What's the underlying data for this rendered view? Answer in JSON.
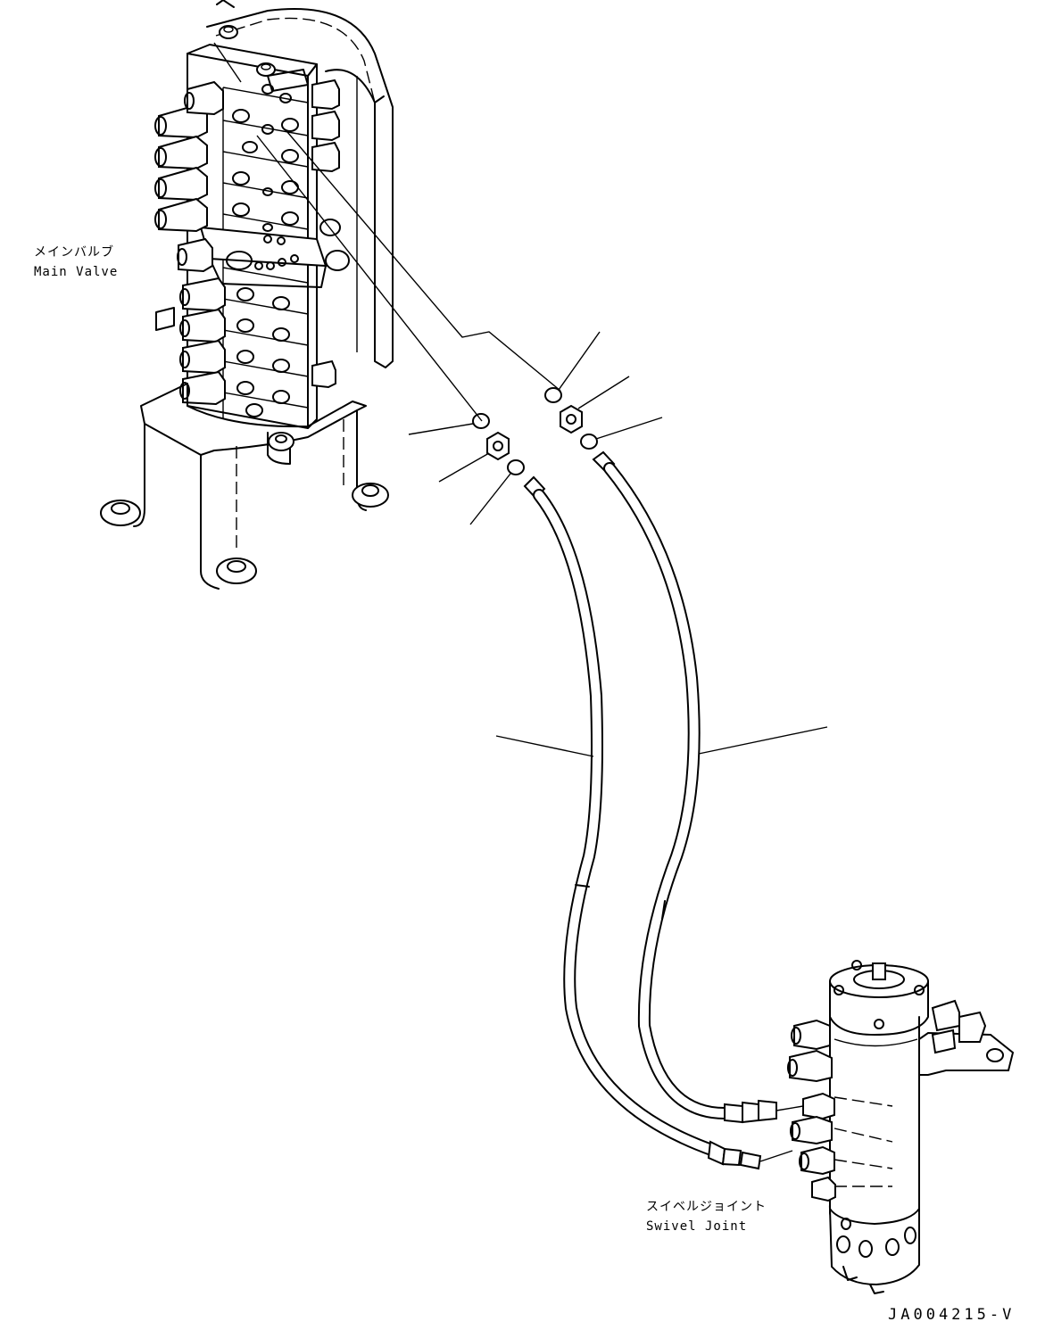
{
  "labels": {
    "main_valve_jp": "メインバルブ",
    "main_valve_en": "Main Valve",
    "swivel_joint_jp": "スイベルジョイント",
    "swivel_joint_en": "Swivel Joint"
  },
  "drawing_code": "JA004215-V"
}
